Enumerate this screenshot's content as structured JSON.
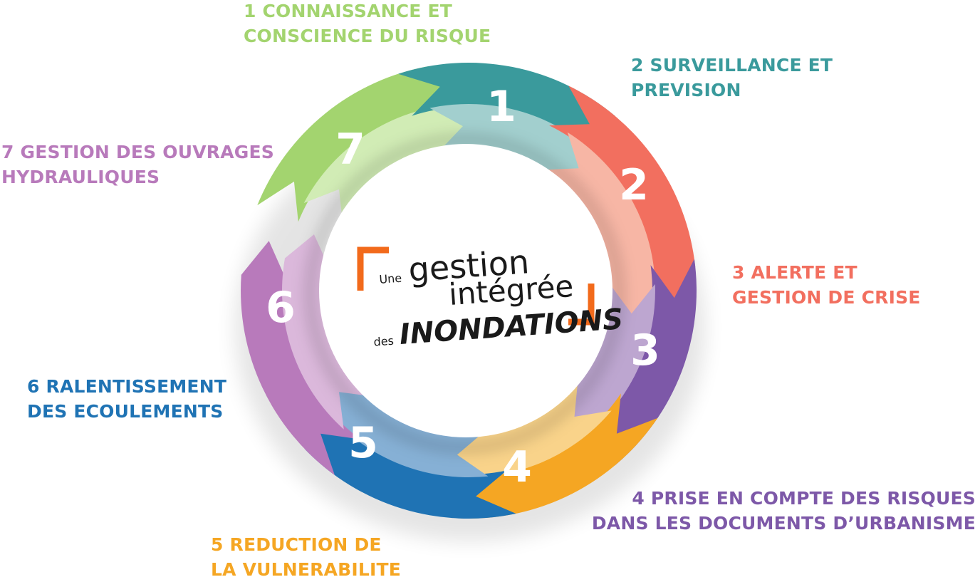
{
  "center": {
    "line1_small": "Une",
    "line1_big": "gestion",
    "line2_big": "intégrée",
    "line3_small": "des",
    "line3_big": "INONDATIONS"
  },
  "steps": [
    {
      "number": "1",
      "lines": [
        "1 CONNAISSANCE ET",
        "CONSCIENCE DU RISQUE"
      ],
      "color": "#a3d46f",
      "light": "#d1ecb5"
    },
    {
      "number": "2",
      "lines": [
        "2 SURVEILLANCE ET",
        "PREVISION"
      ],
      "color": "#3a9a9c",
      "light": "#a2cfce"
    },
    {
      "number": "3",
      "lines": [
        "3 ALERTE ET",
        "GESTION DE CRISE"
      ],
      "color": "#f26f5f",
      "light": "#f7b6a5"
    },
    {
      "number": "4",
      "lines": [
        "4 PRISE EN COMPTE DES RISQUES",
        "DANS LES DOCUMENTS D’URBANISME"
      ],
      "color": "#7d58a8",
      "light": "#bda6d0"
    },
    {
      "number": "5",
      "lines": [
        "5 REDUCTION DE",
        "LA VULNERABILITE"
      ],
      "color": "#f5a623",
      "light": "#f9d38a"
    },
    {
      "number": "6",
      "lines": [
        "6 RALENTISSEMENT",
        "DES ECOULEMENTS"
      ],
      "color": "#1f73b4",
      "light": "#86b0d5"
    },
    {
      "number": "7",
      "lines": [
        "7 GESTION DES OUVRAGES",
        "HYDRAULIQUES"
      ],
      "color": "#b87abb",
      "light": "#dbb8db"
    }
  ],
  "colors": {
    "bracket": "#f26a1b",
    "center_text": "#1a1a1a"
  }
}
